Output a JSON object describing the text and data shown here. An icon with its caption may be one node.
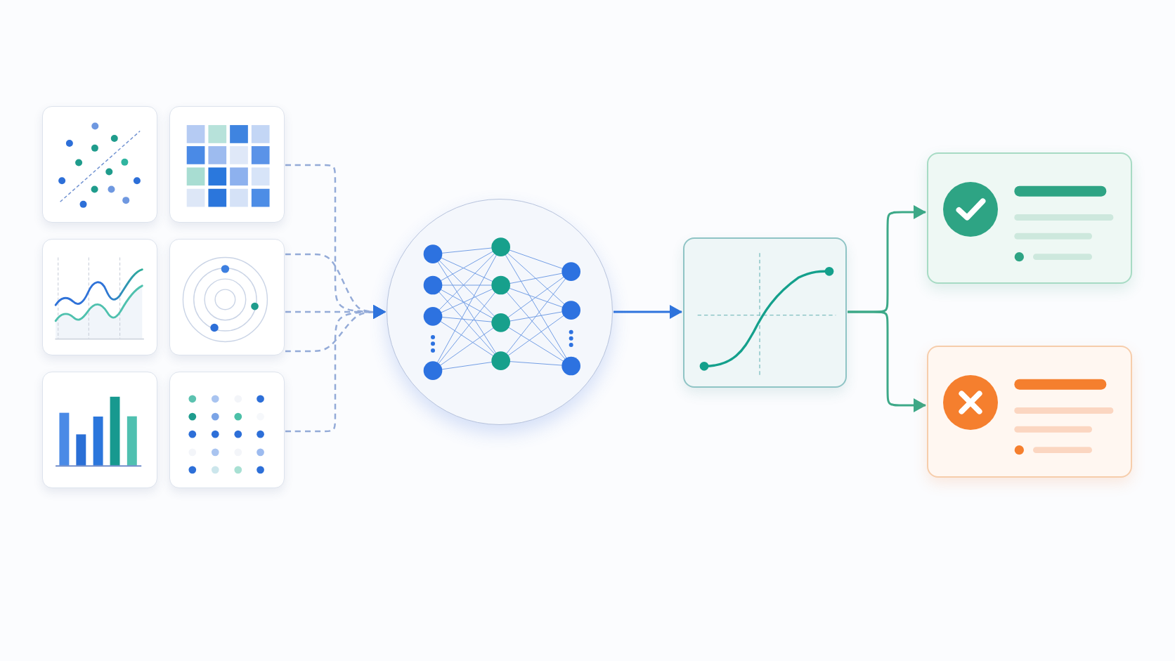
{
  "diagram": {
    "nodes": [
      {
        "text": [],
        "shape": "picture"
      },
      {
        "text": [],
        "shape": "picture"
      },
      {
        "text": [],
        "shape": "picture"
      },
      {
        "text": [],
        "shape": "picture"
      },
      {
        "text": [],
        "shape": "picture"
      },
      {
        "text": [],
        "shape": "picture"
      },
      {
        "text": [],
        "shape": "circle"
      },
      {
        "text": [],
        "shape": "picture"
      },
      {
        "text": [],
        "shape": "picture"
      },
      {
        "text": [],
        "shape": "picture"
      }
    ],
    "edges": [
      {
        "from": 1,
        "to": 6,
        "arrow": "to",
        "style": "dashed"
      },
      {
        "from": 3,
        "to": 6,
        "arrow": "to",
        "style": "dashed"
      },
      {
        "from": 3,
        "to": 6,
        "arrow": "to",
        "style": "dashed"
      },
      {
        "from": 3,
        "to": 6,
        "arrow": "to",
        "style": "dashed"
      },
      {
        "from": 5,
        "to": 6,
        "arrow": "to",
        "style": "dashed"
      },
      {
        "from": 6,
        "to": 7,
        "arrow": "to",
        "color": "#2f74dd"
      },
      {
        "from": 7,
        "to": 8,
        "arrow": "to",
        "color": "#3da988"
      },
      {
        "from": 7,
        "to": 9,
        "arrow": "to",
        "color": "#3da988"
      }
    ]
  }
}
